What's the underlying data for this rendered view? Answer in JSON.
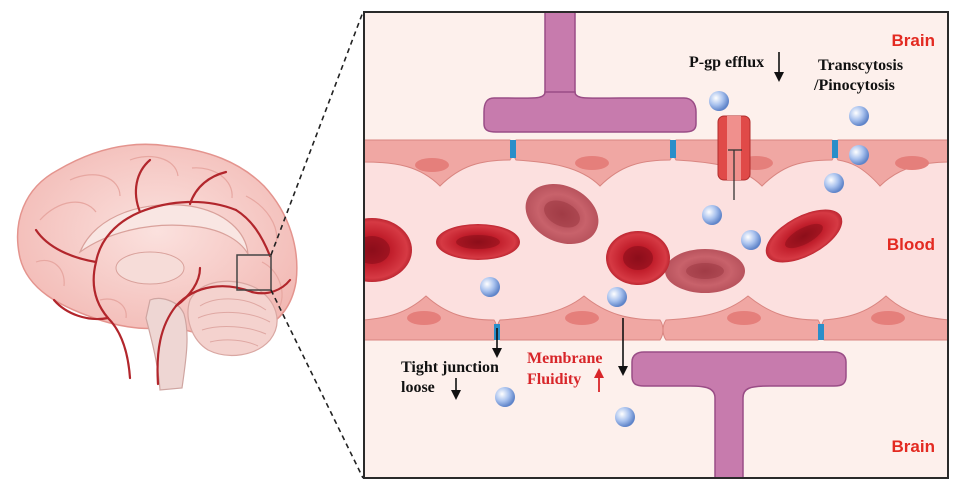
{
  "labels": {
    "brain_top": "Brain",
    "brain_bottom": "Brain",
    "blood": "Blood",
    "pgp_efflux": "P-gp efflux",
    "transcytosis_1": "Transcytosis",
    "transcytosis_2": "/Pinocytosis",
    "tight_junction_1": "Tight junction",
    "tight_junction_2": "loose",
    "membrane_1": "Membrane",
    "membrane_2": "Fluidity"
  },
  "colors": {
    "brain_bg": "#fdf0ec",
    "blood_bg": "#fce0df",
    "endothelial": "#f0a7a3",
    "nucleus": "#e57f7b",
    "junction": "#2a8ec9",
    "astrocyte": "#c77bad",
    "astrocyte_stroke": "#9a4d86",
    "rbc": "#b01825",
    "rbc_inner": "#d6303a",
    "particle": "#8fb0e4",
    "vessel": "#b2262c",
    "label_red": "#e32a21",
    "arrow_up": "#d8262a"
  },
  "icons": {
    "pgp": "transporter-channel-icon",
    "particle": "nanoparticle-sphere-icon",
    "rbc": "red-blood-cell-icon"
  }
}
